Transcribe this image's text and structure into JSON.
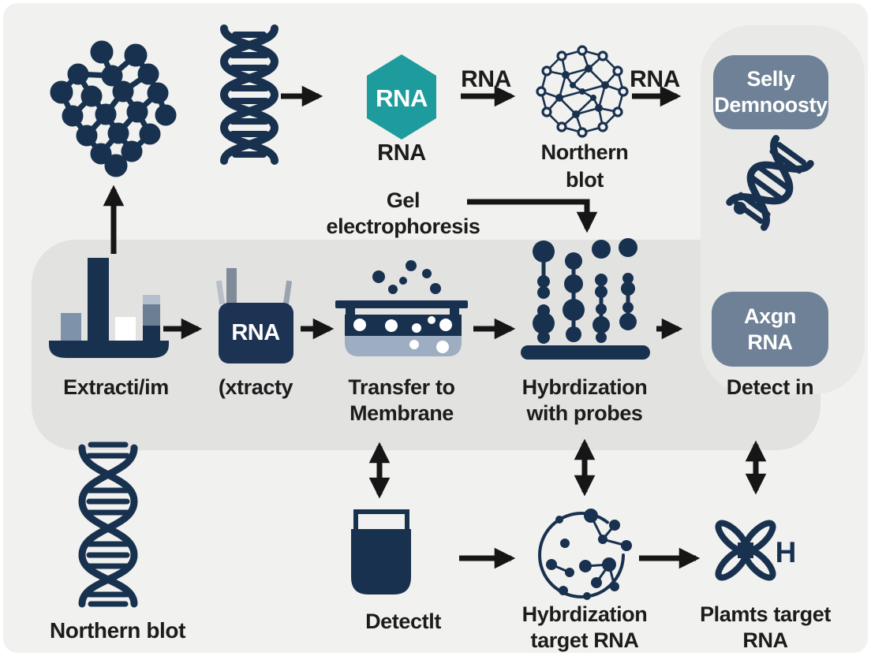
{
  "colors": {
    "navy": "#18314f",
    "teal": "#1e9c9d",
    "slate": "#6e8196",
    "band_gray": "#e2e2e1",
    "panel_gray": "#e9e9e8",
    "page_bg": "#f1f1ef",
    "arrow_black": "#161616"
  },
  "top": {
    "rna_hex_text": "RNA",
    "rna_hex_caption": "RNA",
    "arrow1_label": "RNA",
    "northern_line1": "Northern",
    "northern_line2": "blot",
    "arrow2_label": "RNA",
    "selly_line1": "Selly",
    "selly_line2": "Demnoosty"
  },
  "gel": {
    "line1": "Gel",
    "line2": "electrophoresis"
  },
  "mid": {
    "extraction_label": "Extracti/im",
    "bag_text": "RNA",
    "bag_label": "(xtracty",
    "transfer_line1": "Transfer to",
    "transfer_line2": "Membrane",
    "hyb_line1": "Hybrdization",
    "hyb_line2": "with probes",
    "detect_line1": "Axgn",
    "detect_line2": "RNA",
    "detect_label": "Detect in"
  },
  "bot": {
    "northern_label": "Northern blot",
    "detect_label": "Detectlt",
    "hyb_line1": "Hybrdization",
    "hyb_line2": "target RNA",
    "plants_line1": "Plamts target",
    "plants_line2": "RNA",
    "chromosome_letter": "H"
  }
}
